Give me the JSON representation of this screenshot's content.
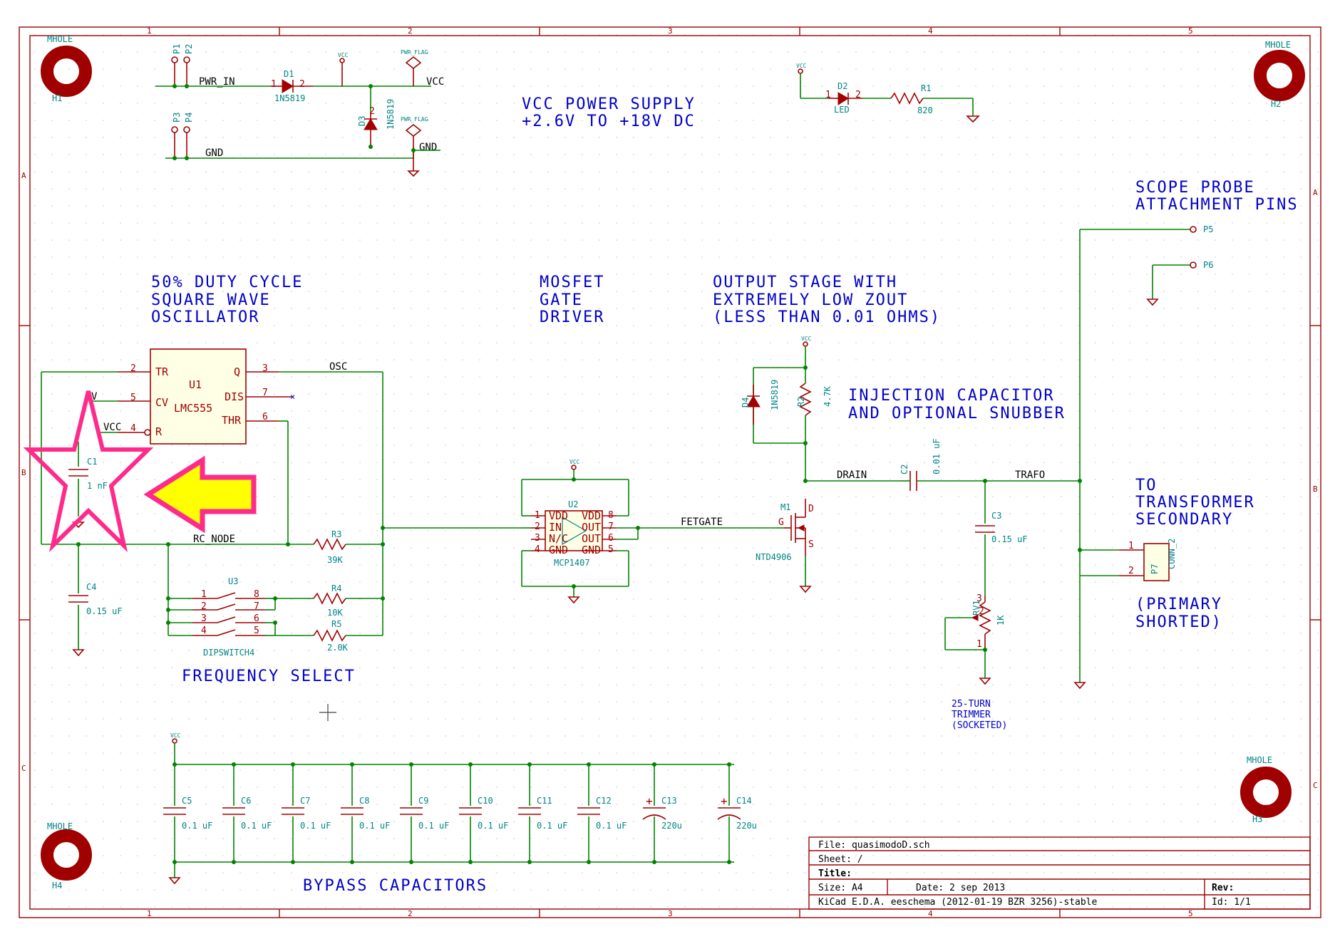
{
  "frame": {
    "col_labels": [
      "1",
      "2",
      "3",
      "4",
      "5"
    ],
    "row_labels": [
      "A",
      "B",
      "C"
    ]
  },
  "titles": {
    "power_line1": "VCC POWER SUPPLY",
    "power_line2": "+2.6V TO +18V DC",
    "osc_line1": "50% DUTY CYCLE",
    "osc_line2": "SQUARE WAVE",
    "osc_line3": "OSCILLATOR",
    "mosfet_line1": "MOSFET",
    "mosfet_line2": "GATE",
    "mosfet_line3": "DRIVER",
    "output_line1": "OUTPUT STAGE WITH",
    "output_line2": "EXTREMELY LOW ZOUT",
    "output_line3": "(LESS THAN 0.01 OHMS)",
    "inject_line1": "INJECTION CAPACITOR",
    "inject_line2": "AND OPTIONAL SNUBBER",
    "scope_line1": "SCOPE PROBE",
    "scope_line2": "ATTACHMENT PINS",
    "to_line1": "TO",
    "to_line2": "TRANSFORMER",
    "to_line3": "SECONDARY",
    "primary_line1": "(PRIMARY",
    "primary_line2": "SHORTED)",
    "freq": "FREQUENCY SELECT",
    "bypass": "BYPASS CAPACITORS",
    "trimmer_line1": "25-TURN",
    "trimmer_line2": "TRIMMER",
    "trimmer_line3": "(SOCKETED)"
  },
  "mholes": {
    "label": "MHOLE",
    "h1": "H1",
    "h2": "H2",
    "h3": "H3",
    "h4": "H4"
  },
  "nets": {
    "pwr_in": "PWR_IN",
    "vcc": "VCC",
    "gnd": "GND",
    "osc": "OSC",
    "rc_node": "RC_NODE",
    "fetgate": "FETGATE",
    "drain": "DRAIN",
    "trafo": "TRAFO",
    "v": "V",
    "vcc_r": "VCC"
  },
  "refs": {
    "p1": "P1",
    "p2": "P2",
    "p3": "P3",
    "p4": "P4",
    "p5": "P5",
    "p6": "P6",
    "p7": "P7",
    "d1": "D1",
    "d1_val": "1N5819",
    "d3": "D3",
    "d3_val": "1N5819",
    "d2": "D2",
    "d2_val": "LED",
    "r1": "R1",
    "r1_val": "820",
    "pwr_flag": "PWR_FLAG",
    "vcc_small": "VCC",
    "u1": "U1",
    "u1_val": "LMC555",
    "c1": "C1",
    "c1_val": "1 nF",
    "c4": "C4",
    "c4_val": "0.15 uF",
    "r3": "R3",
    "r3_val": "39K",
    "r4": "R4",
    "r4_val": "10K",
    "r5": "R5",
    "r5_val": "2.0K",
    "u3": "U3",
    "u3_val": "DIPSWITCH4",
    "u2": "U2",
    "u2_val": "MCP1407",
    "d4": "D4",
    "d4_val": "1N5819",
    "r2": "R2",
    "r2_val": "4.7K",
    "m1": "M1",
    "m1_val": "NTD4906",
    "c2": "C2",
    "c2_val": "0.01 uF",
    "c3": "C3",
    "c3_val": "0.15 uF",
    "rv1": "RV1",
    "rv1_val": "1K",
    "conn2": "CONN_2"
  },
  "u1_pins": {
    "tr": "TR",
    "cv": "CV",
    "r": "R",
    "q": "Q",
    "dis": "DIS",
    "thr": "THR",
    "n2": "2",
    "n5": "5",
    "n4": "4",
    "n3": "3",
    "n7": "7",
    "n6": "6"
  },
  "u2_pins": {
    "vdd": "VDD",
    "in": "IN",
    "nc": "N/C",
    "gnd": "GND",
    "out": "OUT",
    "n1": "1",
    "n2": "2",
    "n3": "3",
    "n4": "4",
    "n5": "5",
    "n6": "6",
    "n7": "7",
    "n8": "8"
  },
  "bypass_caps": [
    {
      "ref": "C5",
      "val": "0.1 uF"
    },
    {
      "ref": "C6",
      "val": "0.1 uF"
    },
    {
      "ref": "C7",
      "val": "0.1 uF"
    },
    {
      "ref": "C8",
      "val": "0.1 uF"
    },
    {
      "ref": "C9",
      "val": "0.1 uF"
    },
    {
      "ref": "C10",
      "val": "0.1 uF"
    },
    {
      "ref": "C11",
      "val": "0.1 uF"
    },
    {
      "ref": "C12",
      "val": "0.1 uF"
    },
    {
      "ref": "C13",
      "val": "220u"
    },
    {
      "ref": "C14",
      "val": "220u"
    }
  ],
  "title_block": {
    "file": "File: quasimodoD.sch",
    "sheet": "Sheet: /",
    "title": "Title:",
    "size": "Size: A4",
    "date": "Date: 2 sep 2013",
    "rev": "Rev:",
    "kicad": "KiCad E.D.A.  eeschema (2012-01-19 BZR 3256)-stable",
    "id": "Id: 1/1"
  },
  "colors": {
    "wire": "#008400",
    "component": "#a00000",
    "text_blue": "#0000c8",
    "ref": "#008484",
    "highlight_star": "#ff2b8a",
    "arrow_fill": "#ffff00"
  }
}
